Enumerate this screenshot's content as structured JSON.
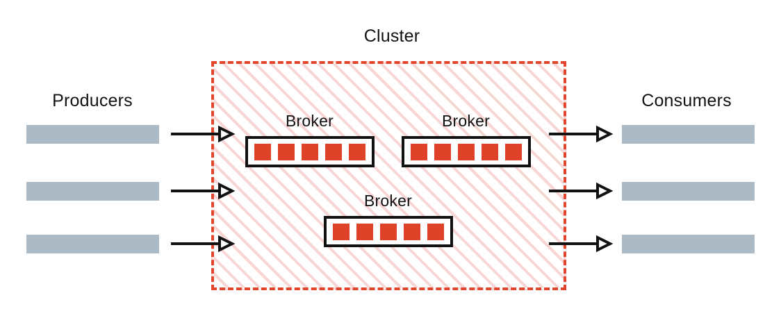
{
  "diagram": {
    "type": "kafka-cluster-architecture",
    "title": "Cluster",
    "left_group_label": "Producers",
    "right_group_label": "Consumers",
    "broker_label": "Broker",
    "colors": {
      "cluster_border": "#e1452b",
      "cluster_hatch": "#eb7878",
      "partition": "#de4228",
      "node_bar": "#acbac6",
      "broker_border": "#111111",
      "arrow": "#111111",
      "background": "#ffffff"
    },
    "producers": [
      {
        "id": "producer-1"
      },
      {
        "id": "producer-2"
      },
      {
        "id": "producer-3"
      }
    ],
    "consumers": [
      {
        "id": "consumer-1"
      },
      {
        "id": "consumer-2"
      },
      {
        "id": "consumer-3"
      }
    ],
    "brokers": [
      {
        "id": "broker-1",
        "label": "Broker",
        "partitions": 5
      },
      {
        "id": "broker-2",
        "label": "Broker",
        "partitions": 5
      },
      {
        "id": "broker-3",
        "label": "Broker",
        "partitions": 5
      }
    ],
    "producer_arrows": [
      {
        "id": "producer-arrow-1"
      },
      {
        "id": "producer-arrow-2"
      },
      {
        "id": "producer-arrow-3"
      }
    ],
    "consumer_arrows": [
      {
        "id": "consumer-arrow-1"
      },
      {
        "id": "consumer-arrow-2"
      },
      {
        "id": "consumer-arrow-3"
      }
    ]
  }
}
